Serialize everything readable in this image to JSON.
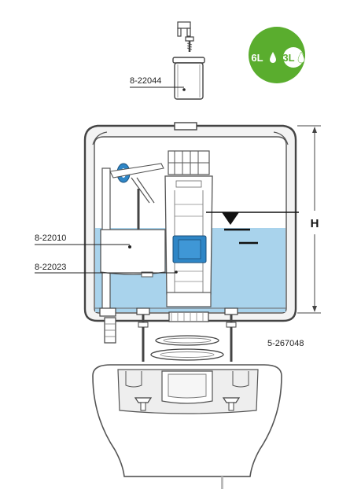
{
  "labels": {
    "cap_part": "8-22044",
    "fill_valve_part": "8-22010",
    "flush_valve_part": "8-22023",
    "drawing_ref": "5-267048",
    "height_dimension": "H"
  },
  "badge": {
    "full_flush": "6L",
    "half_flush": "3L",
    "color": "#5aad2e",
    "icon": "water-drop-icon"
  },
  "colors": {
    "water": "#a9d3ec",
    "tank_outline": "#555555",
    "float_blue": "#2f86c6",
    "line": "#222222"
  }
}
